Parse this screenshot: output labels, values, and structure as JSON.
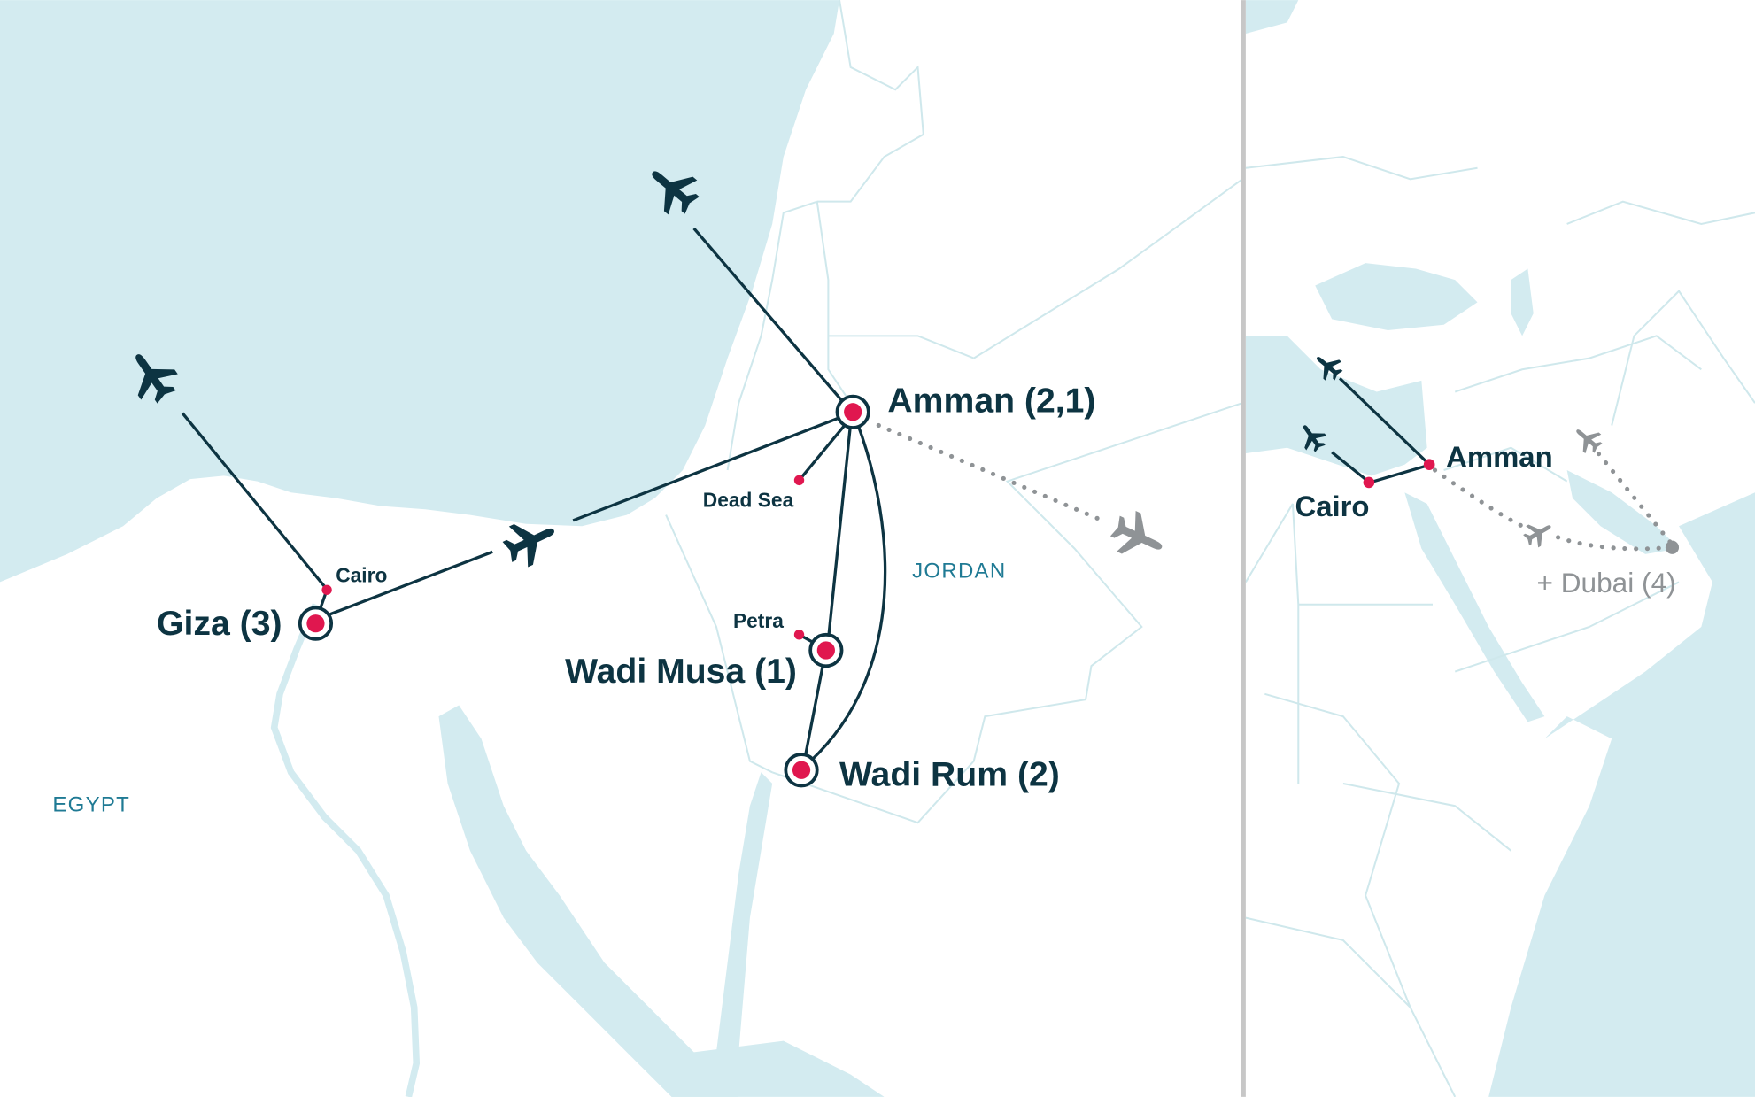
{
  "main_map": {
    "destinations": [
      {
        "label": "Amman (2,1)"
      },
      {
        "label": "Giza (3)"
      },
      {
        "label": "Wadi Musa (1)"
      },
      {
        "label": "Wadi Rum (2)"
      }
    ],
    "stops": [
      {
        "label": "Cairo"
      },
      {
        "label": "Dead Sea"
      },
      {
        "label": "Petra"
      }
    ],
    "countries": [
      {
        "label": "JORDAN"
      },
      {
        "label": "EGYPT"
      }
    ]
  },
  "inset_map": {
    "cities": [
      {
        "label": "Amman"
      },
      {
        "label": "Cairo"
      }
    ],
    "extension": {
      "label": "+ Dubai (4)"
    }
  },
  "colors": {
    "route": "#0d3442",
    "stop": "#e0174f",
    "sea": "#d3ebf0",
    "extension": "#8f9396",
    "country_label": "#1f7a94"
  },
  "icons": [
    "plane-icon"
  ]
}
